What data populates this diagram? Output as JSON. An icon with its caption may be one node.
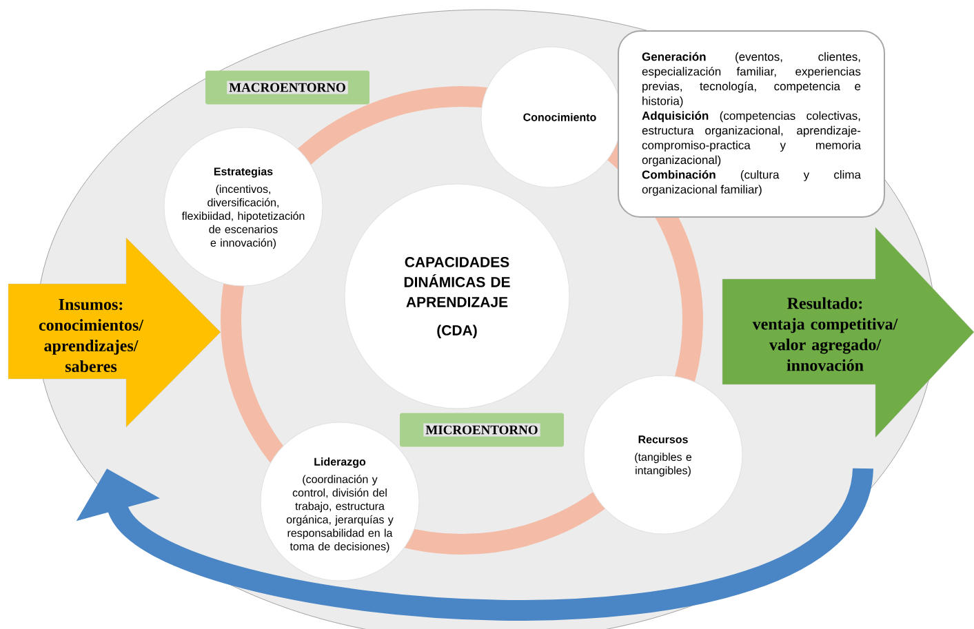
{
  "diagram": {
    "nodes": [
      {
        "text": [
          "Insumos:",
          "conocimientos/ aprendizajes/ saberes"
        ]
      },
      {
        "text": [
          "Resultado:",
          "ventaja competitiva/ valor agregado/ innovación"
        ]
      },
      {
        "text": [
          "MACROENTORNO"
        ]
      },
      {
        "text": [
          "MICROENTORNO"
        ]
      },
      {
        "text": [
          "CAPACIDADES DINÁMICAS DE APRENDIZAJE",
          "(CDA)"
        ]
      },
      {
        "text": [
          "Estrategias",
          "(incentivos, diversificación, flexibiidad, hipotetización de escenarios e innovación)"
        ]
      },
      {
        "text": [
          "Conocimiento"
        ]
      },
      {
        "text": [
          "**Generación** (eventos, clientes, especialización familiar, experiencias previas, tecnología, competencia e historia)",
          "**Adquisición** (competencias colectivas, estructura organizacional, aprendizaje-compromiso-practica y memoria organizacional)",
          "**Combinación** (cultura y clima organizacional familiar)"
        ]
      },
      {
        "text": [
          "Recursos",
          "(tangibles e intangibles)"
        ]
      },
      {
        "text": [
          "Liderazgo",
          "(coordinación y control, división del trabajo, estructura orgánica, jerarquías y responsabilidad en la toma de decisiones)"
        ]
      }
    ],
    "edges": [
      {
        "from": 1,
        "to": 0,
        "arrow": "to"
      }
    ]
  }
}
